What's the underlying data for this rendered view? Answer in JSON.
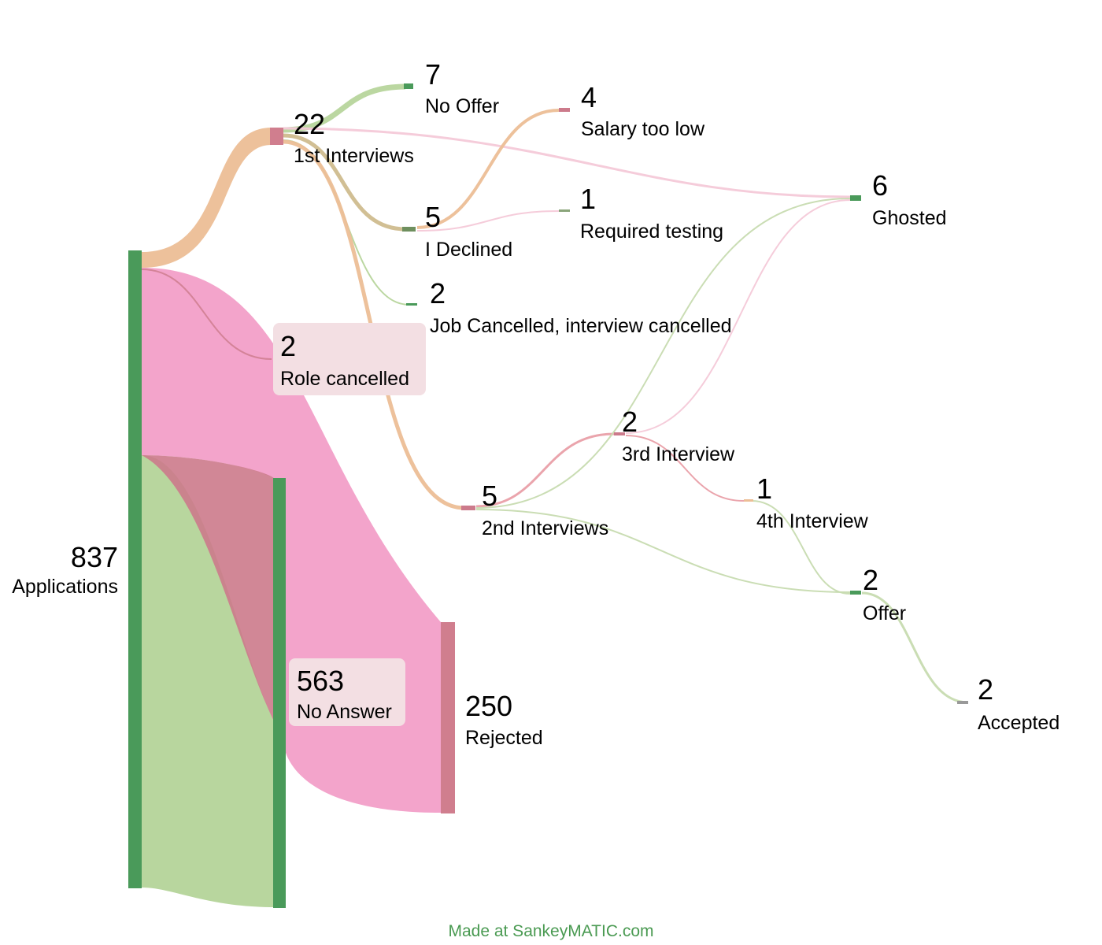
{
  "footer": "Made at SankeyMATIC.com",
  "nodes": {
    "applications": {
      "value": "837",
      "label": "Applications"
    },
    "first_interviews": {
      "value": "22",
      "label": "1st Interviews"
    },
    "no_offer": {
      "value": "7",
      "label": "No Offer"
    },
    "salary_too_low": {
      "value": "4",
      "label": "Salary too low"
    },
    "ghosted": {
      "value": "6",
      "label": "Ghosted"
    },
    "i_declined": {
      "value": "5",
      "label": "I Declined"
    },
    "required_testing": {
      "value": "1",
      "label": "Required testing"
    },
    "job_cancelled": {
      "value": "2",
      "label": "Job Cancelled, interview cancelled"
    },
    "role_cancelled": {
      "value": "2",
      "label": "Role cancelled"
    },
    "third_interview": {
      "value": "2",
      "label": "3rd Interview"
    },
    "second_interviews": {
      "value": "5",
      "label": "2nd Interviews"
    },
    "fourth_interview": {
      "value": "1",
      "label": "4th Interview"
    },
    "offer": {
      "value": "2",
      "label": "Offer"
    },
    "no_answer": {
      "value": "563",
      "label": "No Answer"
    },
    "rejected": {
      "value": "250",
      "label": "Rejected"
    },
    "accepted": {
      "value": "2",
      "label": "Accepted"
    }
  },
  "flows": [
    {
      "from": "Applications",
      "to": "1st Interviews",
      "value": 22
    },
    {
      "from": "Applications",
      "to": "Role cancelled",
      "value": 2
    },
    {
      "from": "Applications",
      "to": "Rejected",
      "value": 250
    },
    {
      "from": "Applications",
      "to": "No Answer",
      "value": 563
    },
    {
      "from": "1st Interviews",
      "to": "No Offer",
      "value": 7
    },
    {
      "from": "1st Interviews",
      "to": "Ghosted",
      "value": 3
    },
    {
      "from": "1st Interviews",
      "to": "I Declined",
      "value": 5
    },
    {
      "from": "1st Interviews",
      "to": "Job Cancelled, interview cancelled",
      "value": 2
    },
    {
      "from": "1st Interviews",
      "to": "2nd Interviews",
      "value": 5
    },
    {
      "from": "I Declined",
      "to": "Salary too low",
      "value": 4
    },
    {
      "from": "I Declined",
      "to": "Required testing",
      "value": 1
    },
    {
      "from": "2nd Interviews",
      "to": "3rd Interview",
      "value": 2
    },
    {
      "from": "2nd Interviews",
      "to": "Ghosted",
      "value": 1
    },
    {
      "from": "2nd Interviews",
      "to": "Offer",
      "value": 1
    },
    {
      "from": "3rd Interview",
      "to": "Ghosted",
      "value": 1
    },
    {
      "from": "3rd Interview",
      "to": "4th Interview",
      "value": 1
    },
    {
      "from": "4th Interview",
      "to": "Offer",
      "value": 1
    },
    {
      "from": "Offer",
      "to": "Accepted",
      "value": 2
    }
  ],
  "colors": {
    "node_green": "#4a9a5a",
    "node_pink": "#d07e8e",
    "flow_orange": "#ecbe96",
    "flow_pink": "#f29fc8",
    "flow_green": "#b7d59c",
    "flow_rose": "#cc7a8b",
    "footer_green": "#4a9a52"
  }
}
